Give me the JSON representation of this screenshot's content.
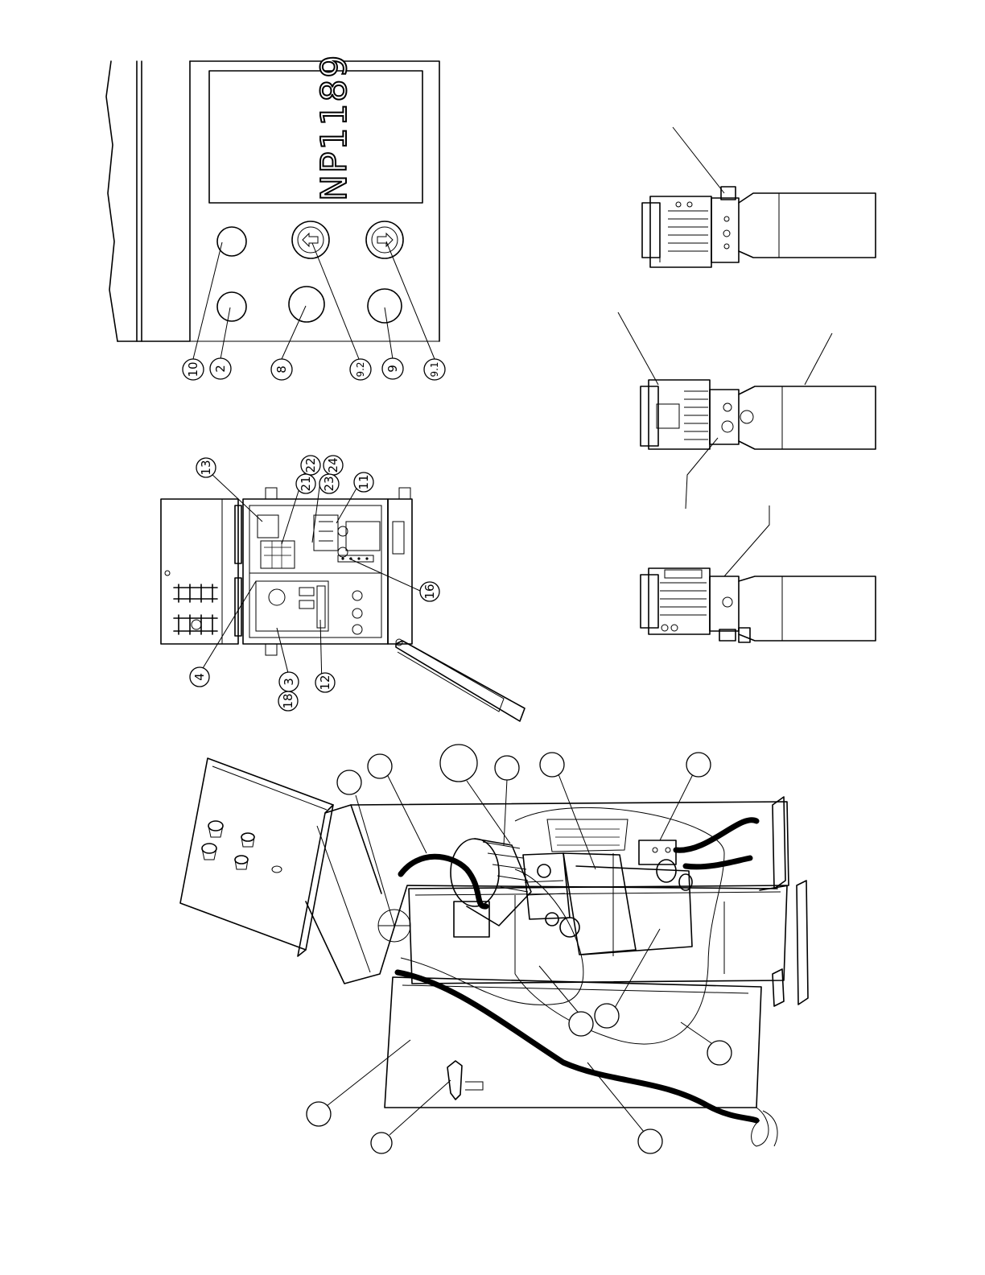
{
  "control_panel": {
    "model_label": "NP1189",
    "callouts": [
      "10",
      "2",
      "8",
      "9.2",
      "9",
      "9.1"
    ]
  },
  "electrical_box": {
    "callouts": [
      "13",
      "22",
      "21",
      "24",
      "23",
      "11",
      "16",
      "4",
      "18",
      "3",
      "12"
    ]
  },
  "pump_unit": {
    "callouts": [
      "",
      "",
      "",
      "",
      "",
      "",
      "",
      "",
      "",
      "",
      "",
      "",
      ""
    ]
  },
  "icons": [
    "left-arrow-icon",
    "right-arrow-icon"
  ]
}
